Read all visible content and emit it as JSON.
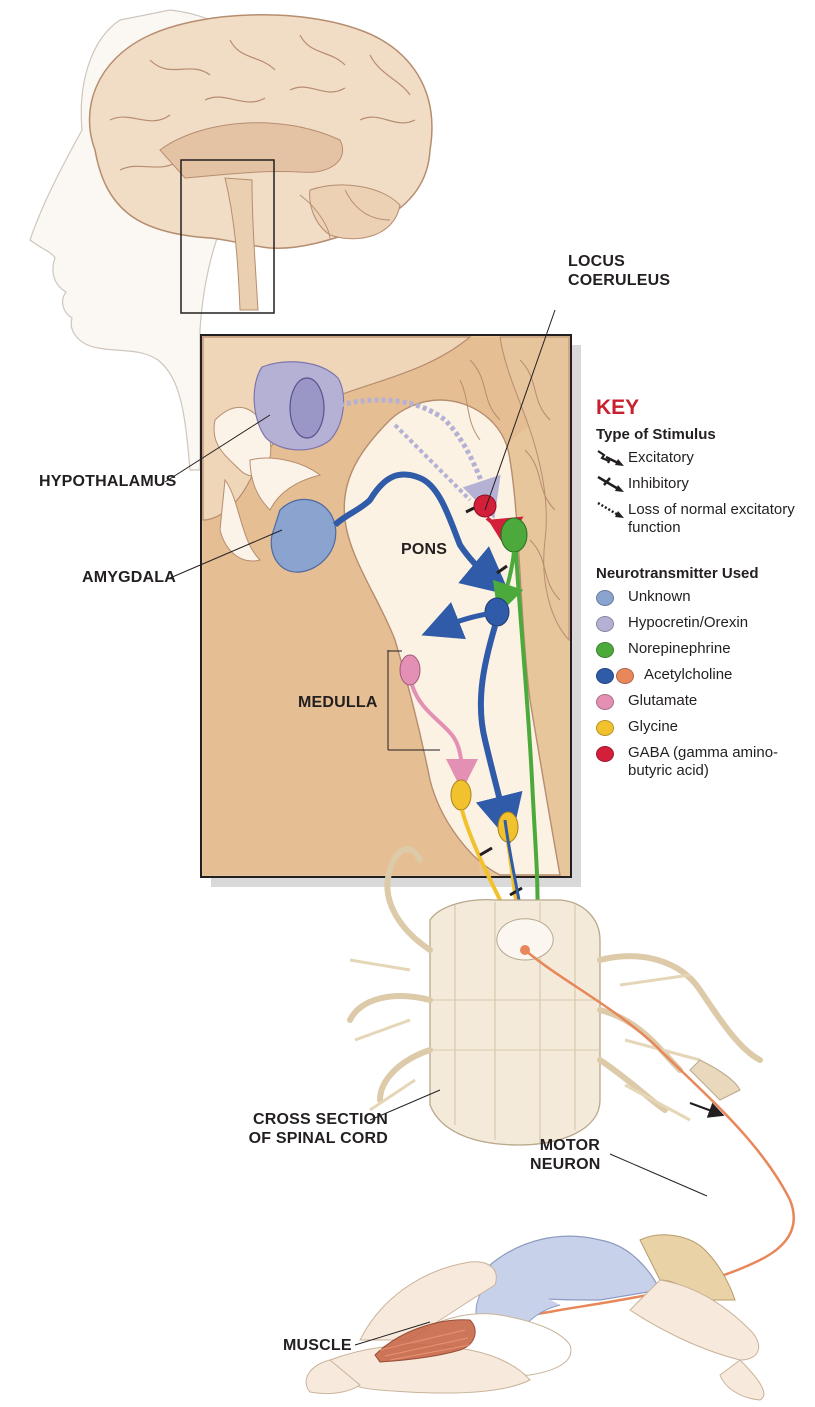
{
  "labels": {
    "locus_coeruleus": [
      "LOCUS",
      "COERULEUS"
    ],
    "hypothalamus": "HYPOTHALAMUS",
    "amygdala": "AMYGDALA",
    "pons": "PONS",
    "medulla": "MEDULLA",
    "cross_section": [
      "CROSS SECTION",
      "OF SPINAL CORD"
    ],
    "motor_neuron": [
      "MOTOR",
      "NEURON"
    ],
    "muscle": "MUSCLE"
  },
  "key": {
    "title": "KEY",
    "stimulus_heading": "Type of Stimulus",
    "stimulus": [
      {
        "icon": "excitatory-arrow-icon",
        "label": "Excitatory"
      },
      {
        "icon": "inhibitory-arrow-icon",
        "label": "Inhibitory"
      },
      {
        "icon": "loss-of-function-arrow-icon",
        "label": "Loss of normal excitatory function"
      }
    ],
    "nt_heading": "Neurotransmitter Used",
    "neurotransmitters": [
      {
        "label": "Unknown",
        "colors": [
          "#8aa3cf"
        ]
      },
      {
        "label": "Hypocretin/Orexin",
        "colors": [
          "#b4b1d4"
        ]
      },
      {
        "label": "Norepinephrine",
        "colors": [
          "#4caa3c"
        ]
      },
      {
        "label": "Acetylcholine",
        "colors": [
          "#2f5ba8",
          "#e8875a"
        ]
      },
      {
        "label": "Glutamate",
        "colors": [
          "#e48fb4"
        ]
      },
      {
        "label": "Glycine",
        "colors": [
          "#f2c12e"
        ]
      },
      {
        "label": "GABA (gamma amino-butyric acid)",
        "colors": [
          "#d31f3a"
        ]
      }
    ]
  },
  "colors": {
    "key_title": "#c8202f",
    "tissue": "#e8c69c",
    "brain": "#f1dcc6",
    "norepinephrine": "#4caa3c",
    "acetylcholine": "#2f5ba8",
    "motor_neuron": "#e8875a",
    "glycine": "#f2c12e",
    "glutamate": "#e48fb4",
    "gaba": "#d31f3a",
    "orexin": "#b4b1d4",
    "unknown": "#8aa3cf"
  }
}
